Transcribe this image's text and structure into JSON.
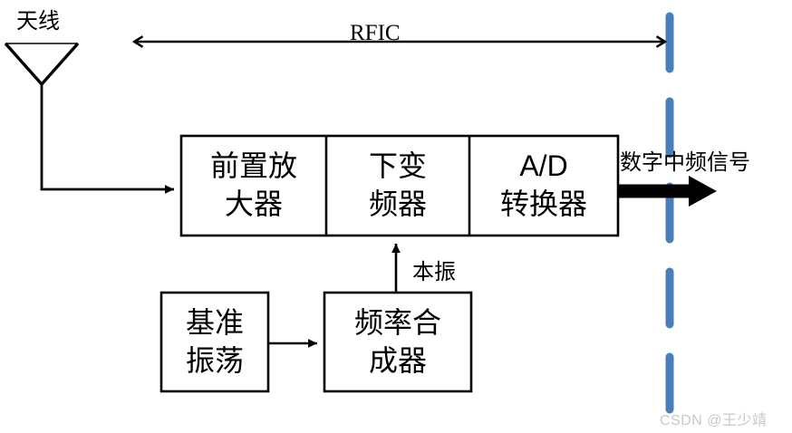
{
  "diagram": {
    "title": "RF receiver front-end block diagram",
    "colors": {
      "line": "#000000",
      "boundary_dashed": "#4a7ebb",
      "watermark": "#c8c8c8",
      "background": "#ffffff"
    },
    "antenna": {
      "label": "天线",
      "icon": "antenna-icon"
    },
    "boundary": {
      "label": "RFIC",
      "arrow_icon": "double-headed-arrow-icon",
      "divider_icon": "vertical-dashed-line-icon"
    },
    "chain_blocks": [
      {
        "id": "preamp",
        "line1": "前置放",
        "line2": "大器"
      },
      {
        "id": "downconv",
        "line1": "下变",
        "line2": "频器"
      },
      {
        "id": "adc",
        "line1": "A/D",
        "line2": "转换器"
      }
    ],
    "support_blocks": [
      {
        "id": "reference-oscillator",
        "line1": "基准",
        "line2": "振荡"
      },
      {
        "id": "frequency-synthesizer",
        "line1": "频率合",
        "line2": "成器"
      }
    ],
    "signals": {
      "local_oscillator": "本振",
      "digital_if": "数字中频信号"
    },
    "watermark": "CSDN @王少靖"
  }
}
